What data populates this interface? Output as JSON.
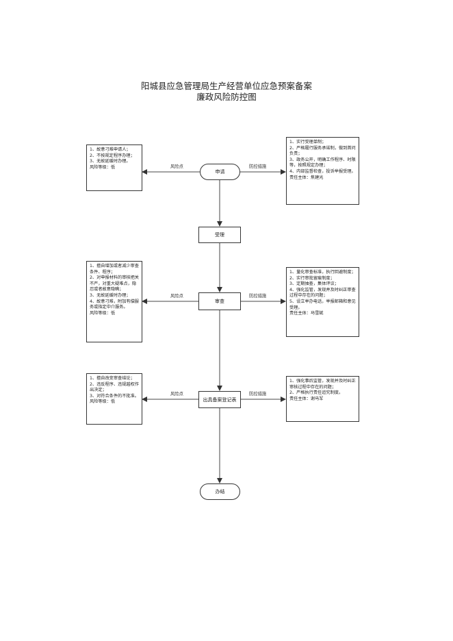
{
  "title": {
    "line1": "阳城县应急管理局生产经营单位应急预案备案",
    "line2": "廉政风险防控图"
  },
  "flow": {
    "start": "申请",
    "accept": "受理",
    "review": "审查",
    "issue": "出具备案登记表",
    "end": "办结"
  },
  "labels": {
    "risk_point": "风险点",
    "prevention": "防控措施"
  },
  "risk_boxes": [
    [
      "1、故意刁难申请人；",
      "2、不按规定程序办理；",
      "3、无故延缓时办理。",
      "风险等级：低"
    ],
    [
      "1、擅自增加或者减少审查条件、程序；",
      "2、对申报材料的审核把关不严，对重大疑难点，隐忍或者故意隐瞒；",
      "3、无故延缓时办理；",
      "4、故意刁难，附加有偿服务或指定中介服务。",
      "风险等级：低"
    ],
    [
      "1、擅自改变审查结论；",
      "2、违反程序、违规越权作出决定；",
      "3、对符合条件的不批准。",
      "风险等级：低"
    ]
  ],
  "measure_boxes": [
    [
      "1、实行受理单制；",
      "2、严格履行服务承诺制，做到首问负责；",
      "3、政务公开，明确工作程序、时限等，按照规定办理；",
      "4、内部监督检查，投诉举报受理。",
      "责任主体：焦建光"
    ],
    [
      "1、量化审查标准，执行回避制度；",
      "2、实行审批留痕制度；",
      "3、定期抽查，集体评议；",
      "4、强化监管，发现并及时纠正审查过程中存在的问题；",
      "5、设立举办电话，举报邮箱和意见受理。",
      "责任主体：马雪斌"
    ],
    [
      "1、强化事后监管，发现并及时纠正审核过程中存在的问题；",
      "2、严格执行责任追究制度。",
      "责任主体：谢马军"
    ]
  ]
}
